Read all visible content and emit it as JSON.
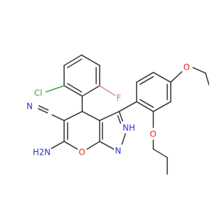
{
  "diagram": {
    "atom_labels": [
      {
        "id": "cl",
        "text": "Cl",
        "color": "#3fa535"
      },
      {
        "id": "f",
        "text": "F",
        "color": "#c9729c"
      },
      {
        "id": "n-nitrile",
        "text": "N",
        "color": "#2832c8"
      },
      {
        "id": "nh2",
        "text": "H2N",
        "color": "#2832c8"
      },
      {
        "id": "o-ring",
        "text": "O",
        "color": "#e0281e"
      },
      {
        "id": "n1",
        "text": "N",
        "color": "#2832c8"
      },
      {
        "id": "nh",
        "text": "NH",
        "color": "#2832c8"
      },
      {
        "id": "o-ether-1",
        "text": "O",
        "color": "#e0281e"
      },
      {
        "id": "o-ether-2",
        "text": "O",
        "color": "#e0281e"
      }
    ]
  }
}
